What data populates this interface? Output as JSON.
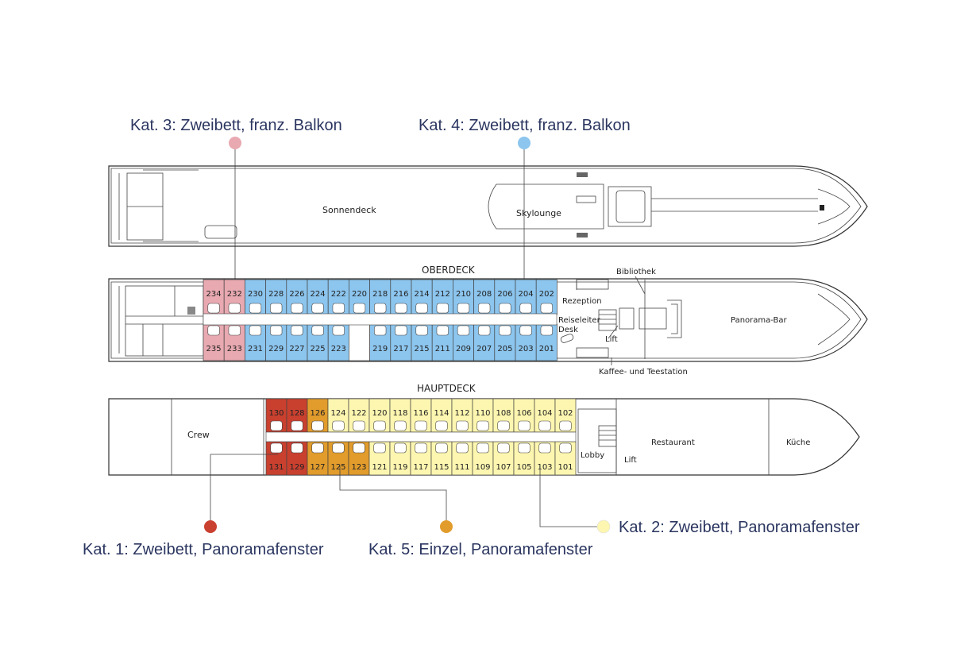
{
  "legend": {
    "kat1": {
      "label": "Kat. 1: Zweibett, Panoramafenster",
      "color": "#c9402f"
    },
    "kat2": {
      "label": "Kat. 2: Zweibett, Panoramafenster",
      "color": "#fdf6b0"
    },
    "kat3": {
      "label": "Kat. 3: Zweibett, franz. Balkon",
      "color": "#e8a9b1"
    },
    "kat4": {
      "label": "Kat. 4: Zweibett, franz. Balkon",
      "color": "#8cc5ee"
    },
    "kat5": {
      "label": "Kat. 5: Einzel, Panoramafenster",
      "color": "#e29c2c"
    }
  },
  "sonnendeck": {
    "label": "Sonnendeck",
    "skylounge": "Skylounge"
  },
  "oberdeck": {
    "title": "OBERDECK",
    "top_cabins": [
      {
        "n": "234",
        "cat": "kat3"
      },
      {
        "n": "232",
        "cat": "kat3"
      },
      {
        "n": "230",
        "cat": "kat4"
      },
      {
        "n": "228",
        "cat": "kat4"
      },
      {
        "n": "226",
        "cat": "kat4"
      },
      {
        "n": "224",
        "cat": "kat4"
      },
      {
        "n": "222",
        "cat": "kat4"
      },
      {
        "n": "220",
        "cat": "kat4"
      },
      {
        "n": "218",
        "cat": "kat4"
      },
      {
        "n": "216",
        "cat": "kat4"
      },
      {
        "n": "214",
        "cat": "kat4"
      },
      {
        "n": "212",
        "cat": "kat4"
      },
      {
        "n": "210",
        "cat": "kat4"
      },
      {
        "n": "208",
        "cat": "kat4"
      },
      {
        "n": "206",
        "cat": "kat4"
      },
      {
        "n": "204",
        "cat": "kat4"
      },
      {
        "n": "202",
        "cat": "kat4"
      }
    ],
    "bottom_cabins": [
      {
        "n": "235",
        "cat": "kat3"
      },
      {
        "n": "233",
        "cat": "kat3"
      },
      {
        "n": "231",
        "cat": "kat4"
      },
      {
        "n": "229",
        "cat": "kat4"
      },
      {
        "n": "227",
        "cat": "kat4"
      },
      {
        "n": "225",
        "cat": "kat4"
      },
      {
        "n": "223",
        "cat": "kat4"
      },
      {
        "n": "",
        "cat": "none"
      },
      {
        "n": "219",
        "cat": "kat4"
      },
      {
        "n": "217",
        "cat": "kat4"
      },
      {
        "n": "215",
        "cat": "kat4"
      },
      {
        "n": "211",
        "cat": "kat4"
      },
      {
        "n": "209",
        "cat": "kat4"
      },
      {
        "n": "207",
        "cat": "kat4"
      },
      {
        "n": "205",
        "cat": "kat4"
      },
      {
        "n": "203",
        "cat": "kat4"
      },
      {
        "n": "201",
        "cat": "kat4"
      }
    ],
    "bibliothek": "Bibliothek",
    "rezeption": "Rezeption",
    "reiseleiter": "Reiseleiter",
    "desk": "Desk",
    "lift": "Lift",
    "panorama_bar": "Panorama-Bar",
    "kaffee": "Kaffee- und Teestation"
  },
  "hauptdeck": {
    "title": "HAUPTDECK",
    "crew": "Crew",
    "top_cabins": [
      {
        "n": "130",
        "cat": "kat1"
      },
      {
        "n": "128",
        "cat": "kat1"
      },
      {
        "n": "126",
        "cat": "kat5"
      },
      {
        "n": "124",
        "cat": "kat2"
      },
      {
        "n": "122",
        "cat": "kat2"
      },
      {
        "n": "120",
        "cat": "kat2"
      },
      {
        "n": "118",
        "cat": "kat2"
      },
      {
        "n": "116",
        "cat": "kat2"
      },
      {
        "n": "114",
        "cat": "kat2"
      },
      {
        "n": "112",
        "cat": "kat2"
      },
      {
        "n": "110",
        "cat": "kat2"
      },
      {
        "n": "108",
        "cat": "kat2"
      },
      {
        "n": "106",
        "cat": "kat2"
      },
      {
        "n": "104",
        "cat": "kat2"
      },
      {
        "n": "102",
        "cat": "kat2"
      }
    ],
    "bottom_cabins": [
      {
        "n": "131",
        "cat": "kat1"
      },
      {
        "n": "129",
        "cat": "kat1"
      },
      {
        "n": "127",
        "cat": "kat5"
      },
      {
        "n": "125",
        "cat": "kat5"
      },
      {
        "n": "123",
        "cat": "kat5"
      },
      {
        "n": "121",
        "cat": "kat2"
      },
      {
        "n": "119",
        "cat": "kat2"
      },
      {
        "n": "117",
        "cat": "kat2"
      },
      {
        "n": "115",
        "cat": "kat2"
      },
      {
        "n": "111",
        "cat": "kat2"
      },
      {
        "n": "109",
        "cat": "kat2"
      },
      {
        "n": "107",
        "cat": "kat2"
      },
      {
        "n": "105",
        "cat": "kat2"
      },
      {
        "n": "103",
        "cat": "kat2"
      },
      {
        "n": "101",
        "cat": "kat2"
      }
    ],
    "lobby": "Lobby",
    "lift": "Lift",
    "restaurant": "Restaurant",
    "kueche": "Küche"
  }
}
